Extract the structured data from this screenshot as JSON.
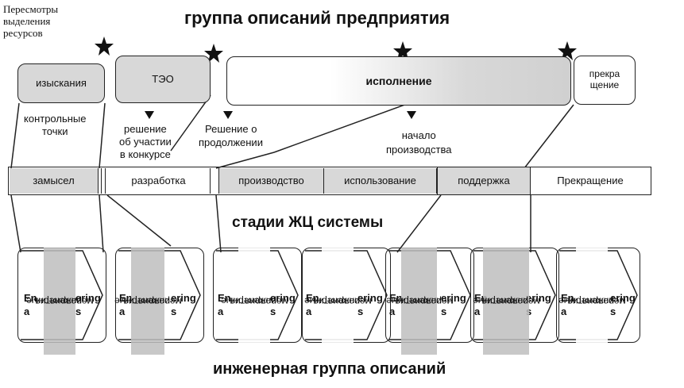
{
  "top_left_note": [
    "Пересмотры",
    "выделения",
    "ресурсов"
  ],
  "title_top": "группа описаний  предприятия",
  "phases": {
    "p1": "изыскания",
    "p2": "ТЭО",
    "p3": "исполнение",
    "p4a": "прекра",
    "p4b": "щение"
  },
  "notes": {
    "control": [
      "контрольные",
      "точки"
    ],
    "decision": [
      "решение",
      "об участии",
      "в конкурсе"
    ],
    "continue": [
      "Решение о",
      "продолжении"
    ],
    "production_start": [
      "начало",
      "производства"
    ]
  },
  "stages": {
    "s1": "замысел",
    "s2": "разработка",
    "s3": "производство",
    "s4": "использование",
    "s5": "поддержка",
    "s6": "Прекращение"
  },
  "stages_title": "стадии ЖЦ системы",
  "engineering": {
    "overlay": [
      "инженерные",
      "мероприятия"
    ],
    "text_left": [
      "En",
      "a"
    ],
    "text_right": [
      "ering",
      "s"
    ]
  },
  "bottom_title": "инженерная группа описаний",
  "colors": {
    "gray_fill": "#d8d8d8",
    "line": "#222222"
  }
}
